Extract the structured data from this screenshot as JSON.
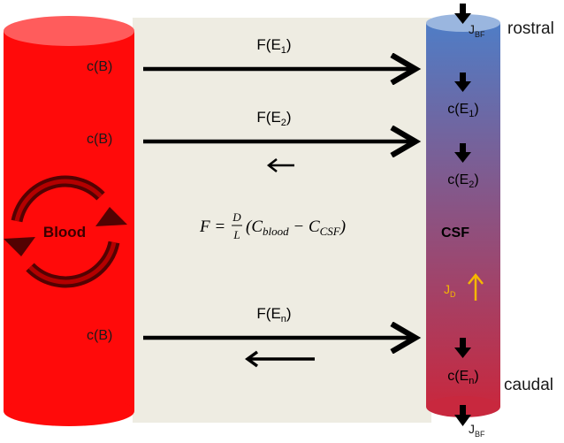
{
  "blood": {
    "label": "Blood",
    "concentration_labels": [
      "c(B)",
      "c(B)",
      "c(B)"
    ],
    "color": "#ff0a0a"
  },
  "csf": {
    "label": "CSF",
    "top_label": "rostral",
    "bottom_label": "caudal",
    "colors": {
      "top": "#4f7dc6",
      "bottom": "#c8283e"
    }
  },
  "fluxes": [
    {
      "label_main": "F(E",
      "label_sub": "1",
      "label_close": ")",
      "return_arrow": "none"
    },
    {
      "label_main": "F(E",
      "label_sub": "2",
      "label_close": ")",
      "return_arrow": "short"
    },
    {
      "label_main": "F(E",
      "label_sub": "n",
      "label_close": ")",
      "return_arrow": "long"
    }
  ],
  "compartments": [
    {
      "main": "c(E",
      "sub": "1",
      "close": ")"
    },
    {
      "main": "c(E",
      "sub": "2",
      "close": ")"
    },
    {
      "main": "c(E",
      "sub": "n",
      "close": ")"
    }
  ],
  "bulk_flow": {
    "main": "J",
    "sub": "BF"
  },
  "diffusion": {
    "main": "J",
    "sub": "D",
    "color": "#f5b800"
  },
  "equation": {
    "lhs": "F =",
    "num": "D",
    "den": "L",
    "open": "(C",
    "sub1": "blood",
    "minus": " − C",
    "sub2": "CSF",
    "close": ")"
  },
  "interface_color": "#eeece2"
}
